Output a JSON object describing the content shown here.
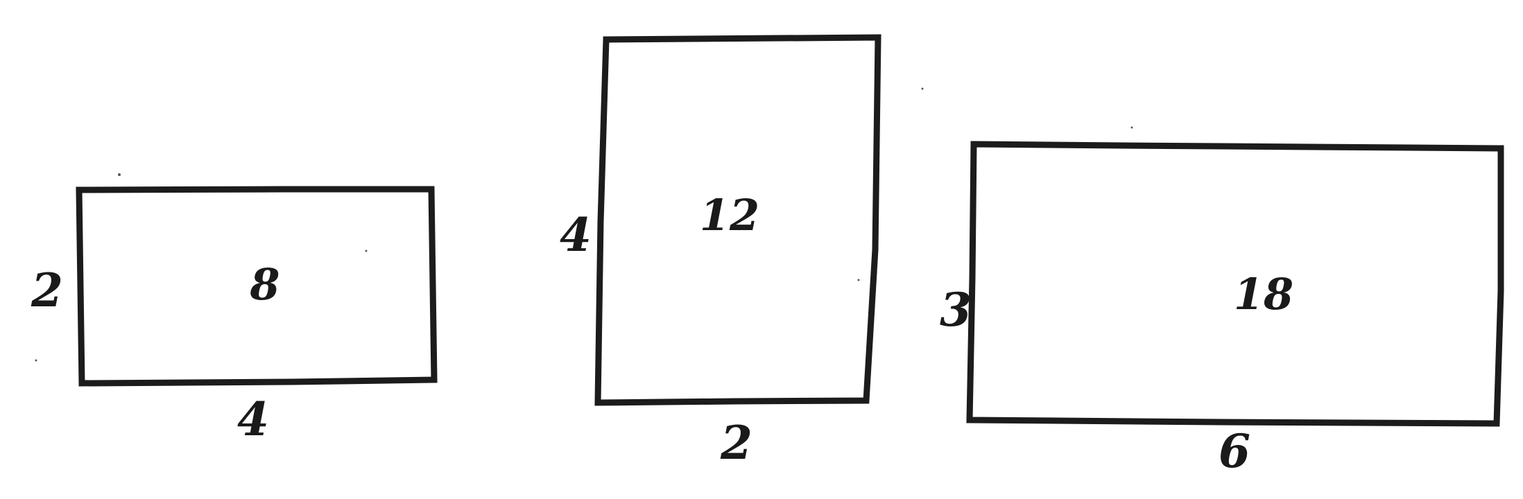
{
  "rectangles": [
    {
      "area": "8",
      "height_label": "2",
      "width_label": "4"
    },
    {
      "area": "12",
      "height_label": "4",
      "width_label": "2"
    },
    {
      "area": "18",
      "height_label": "3",
      "width_label": "6"
    }
  ]
}
